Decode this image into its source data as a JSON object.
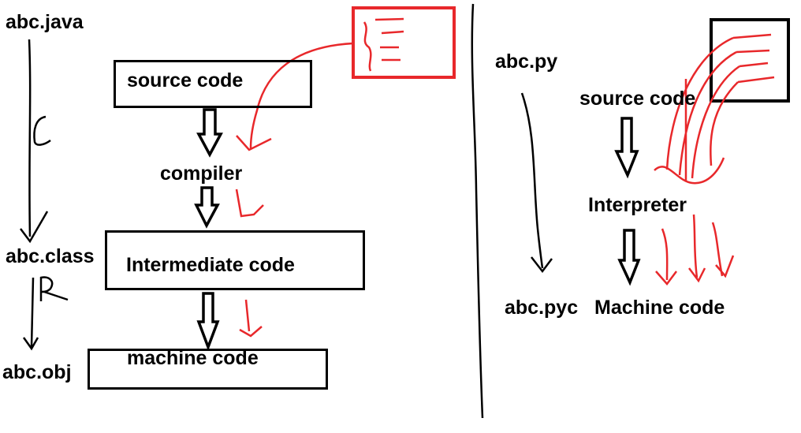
{
  "left_side": {
    "file_java": "abc.java",
    "file_class": "abc.class",
    "file_obj": "abc.obj",
    "step_c": "C",
    "step_r": "R",
    "source_box": "source code",
    "compiler": "compiler",
    "intermediate_box": "Intermediate code",
    "machine_box": "machine code"
  },
  "right_side": {
    "file_py": "abc.py",
    "file_pyc": "abc.pyc",
    "source": "source code",
    "interpreter": "Interpreter",
    "machine": "Machine code"
  },
  "colors": {
    "ink": "#000000",
    "annotation": "#e8282b"
  }
}
